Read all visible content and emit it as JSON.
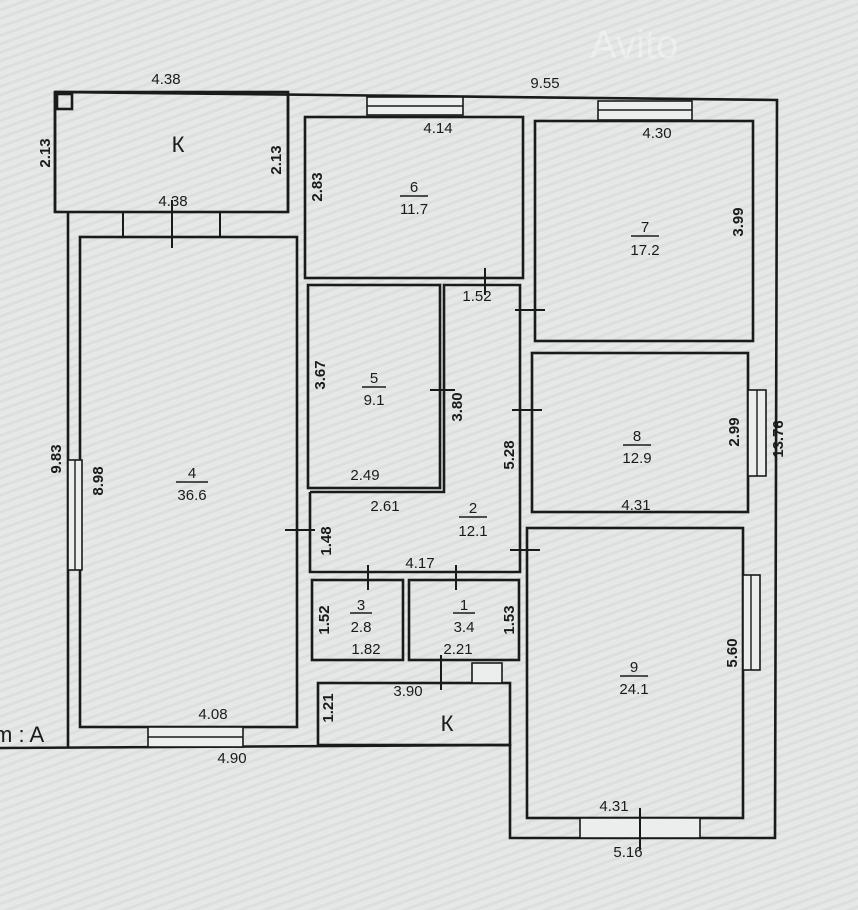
{
  "watermark": "Avito",
  "axis_label": "m : A",
  "rooms": [
    {
      "number": "1",
      "area": "3.4"
    },
    {
      "number": "2",
      "area": "12.1"
    },
    {
      "number": "3",
      "area": "2.8"
    },
    {
      "number": "4",
      "area": "36.6"
    },
    {
      "number": "5",
      "area": "9.1"
    },
    {
      "number": "6",
      "area": "11.7"
    },
    {
      "number": "7",
      "area": "17.2"
    },
    {
      "number": "8",
      "area": "12.9"
    },
    {
      "number": "9",
      "area": "24.1"
    },
    {
      "number": "К",
      "area": ""
    },
    {
      "number": "К",
      "area": ""
    }
  ],
  "dimensions": {
    "top_left": "4.38",
    "top_total": "9.55",
    "k_left": "2.13",
    "k_right": "2.13",
    "k_bottom": "4.38",
    "r6_top": "4.14",
    "r6_left": "2.83",
    "r7_top": "4.30",
    "r7_right": "3.99",
    "r5_left": "3.67",
    "r5_bottom": "2.49",
    "hall_right": "3.80",
    "hall_top": "1.52",
    "hall_width": "2.61",
    "hall_height": "1.48",
    "hall_length": "5.28",
    "hall_bottom": "4.17",
    "left_total": "9.83",
    "r4_left": "8.98",
    "r4_bottom": "4.08",
    "bottom_left": "4.90",
    "r8_right": "2.99",
    "r8_bottom": "4.31",
    "right_total": "13.76",
    "r3_left": "1.52",
    "r3_bottom": "1.82",
    "r1_right": "1.53",
    "r1_bottom": "2.21",
    "k2_left": "1.21",
    "k2_top": "3.90",
    "r9_right": "5.60",
    "r9_bottom": "4.31",
    "bottom_right": "5.16"
  }
}
